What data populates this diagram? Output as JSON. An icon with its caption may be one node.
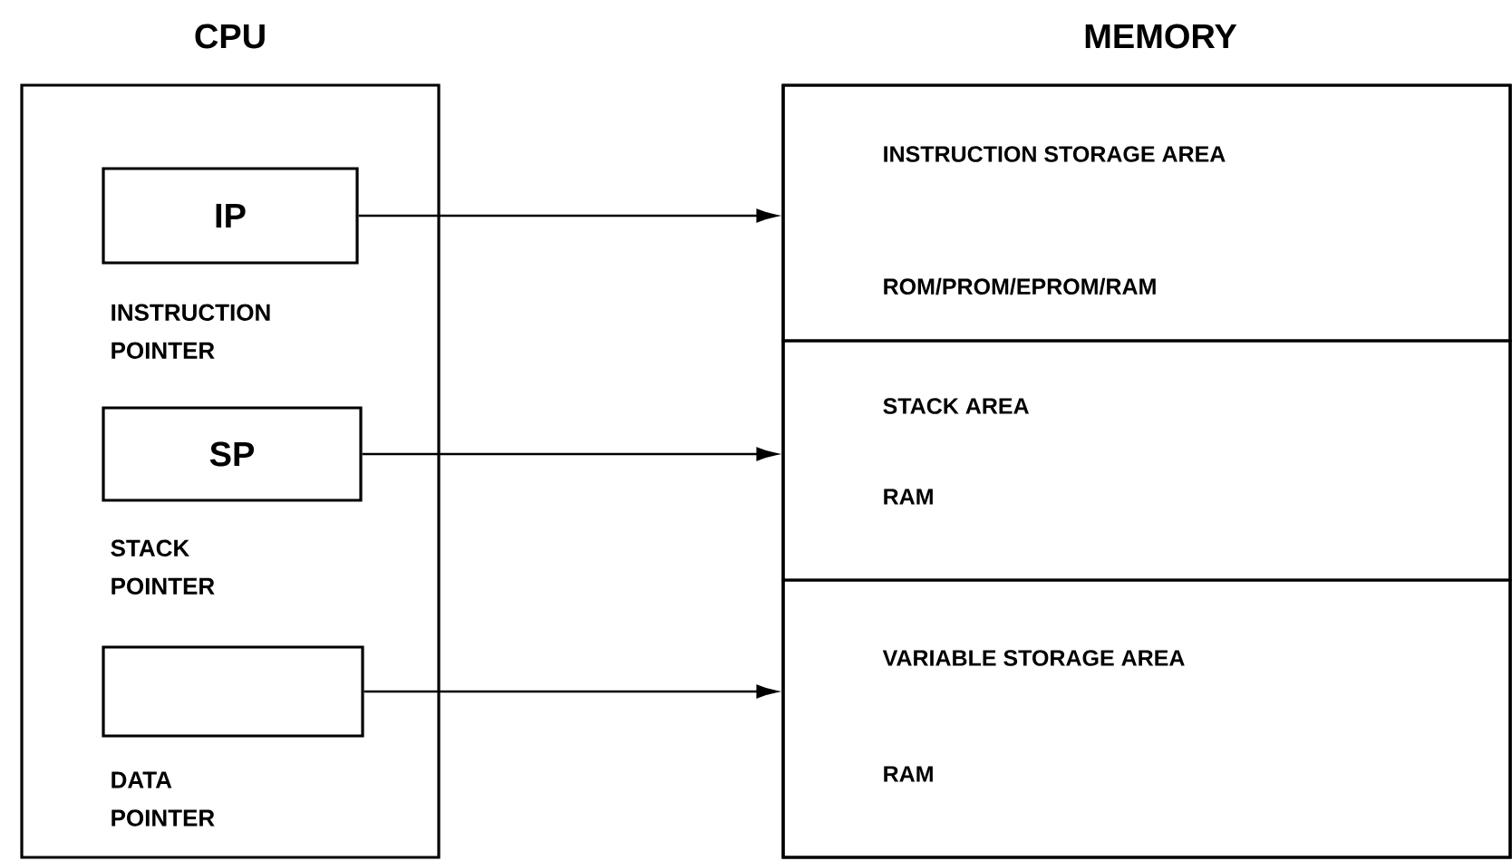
{
  "diagram": {
    "nodes": [
      {
        "text": [
          "CPU"
        ]
      },
      {
        "text": [
          "IP"
        ],
        "in": 0,
        "beside": [
          "INSTRUCTION POINTER"
        ]
      },
      {
        "text": [
          "SP"
        ],
        "in": 0,
        "beside": [
          "STACK POINTER"
        ]
      },
      {
        "text": [],
        "shape": "box",
        "in": 0,
        "beside": [
          "DATA POINTER"
        ]
      },
      {
        "text": [
          "MEMORY"
        ]
      },
      {
        "text": [
          "INSTRUCTION STORAGE AREA",
          "ROM/PROM/EPROM/RAM"
        ],
        "in": 4
      },
      {
        "text": [
          "STACK AREA",
          "RAM"
        ],
        "in": 4
      },
      {
        "text": [
          "VARIABLE STORAGE AREA",
          "RAM"
        ],
        "in": 4
      }
    ],
    "edges": [
      {
        "from": 1,
        "to": 5,
        "arrow": "to"
      },
      {
        "from": 2,
        "to": 6,
        "arrow": "to"
      },
      {
        "from": 3,
        "to": 7,
        "arrow": "to"
      }
    ]
  }
}
